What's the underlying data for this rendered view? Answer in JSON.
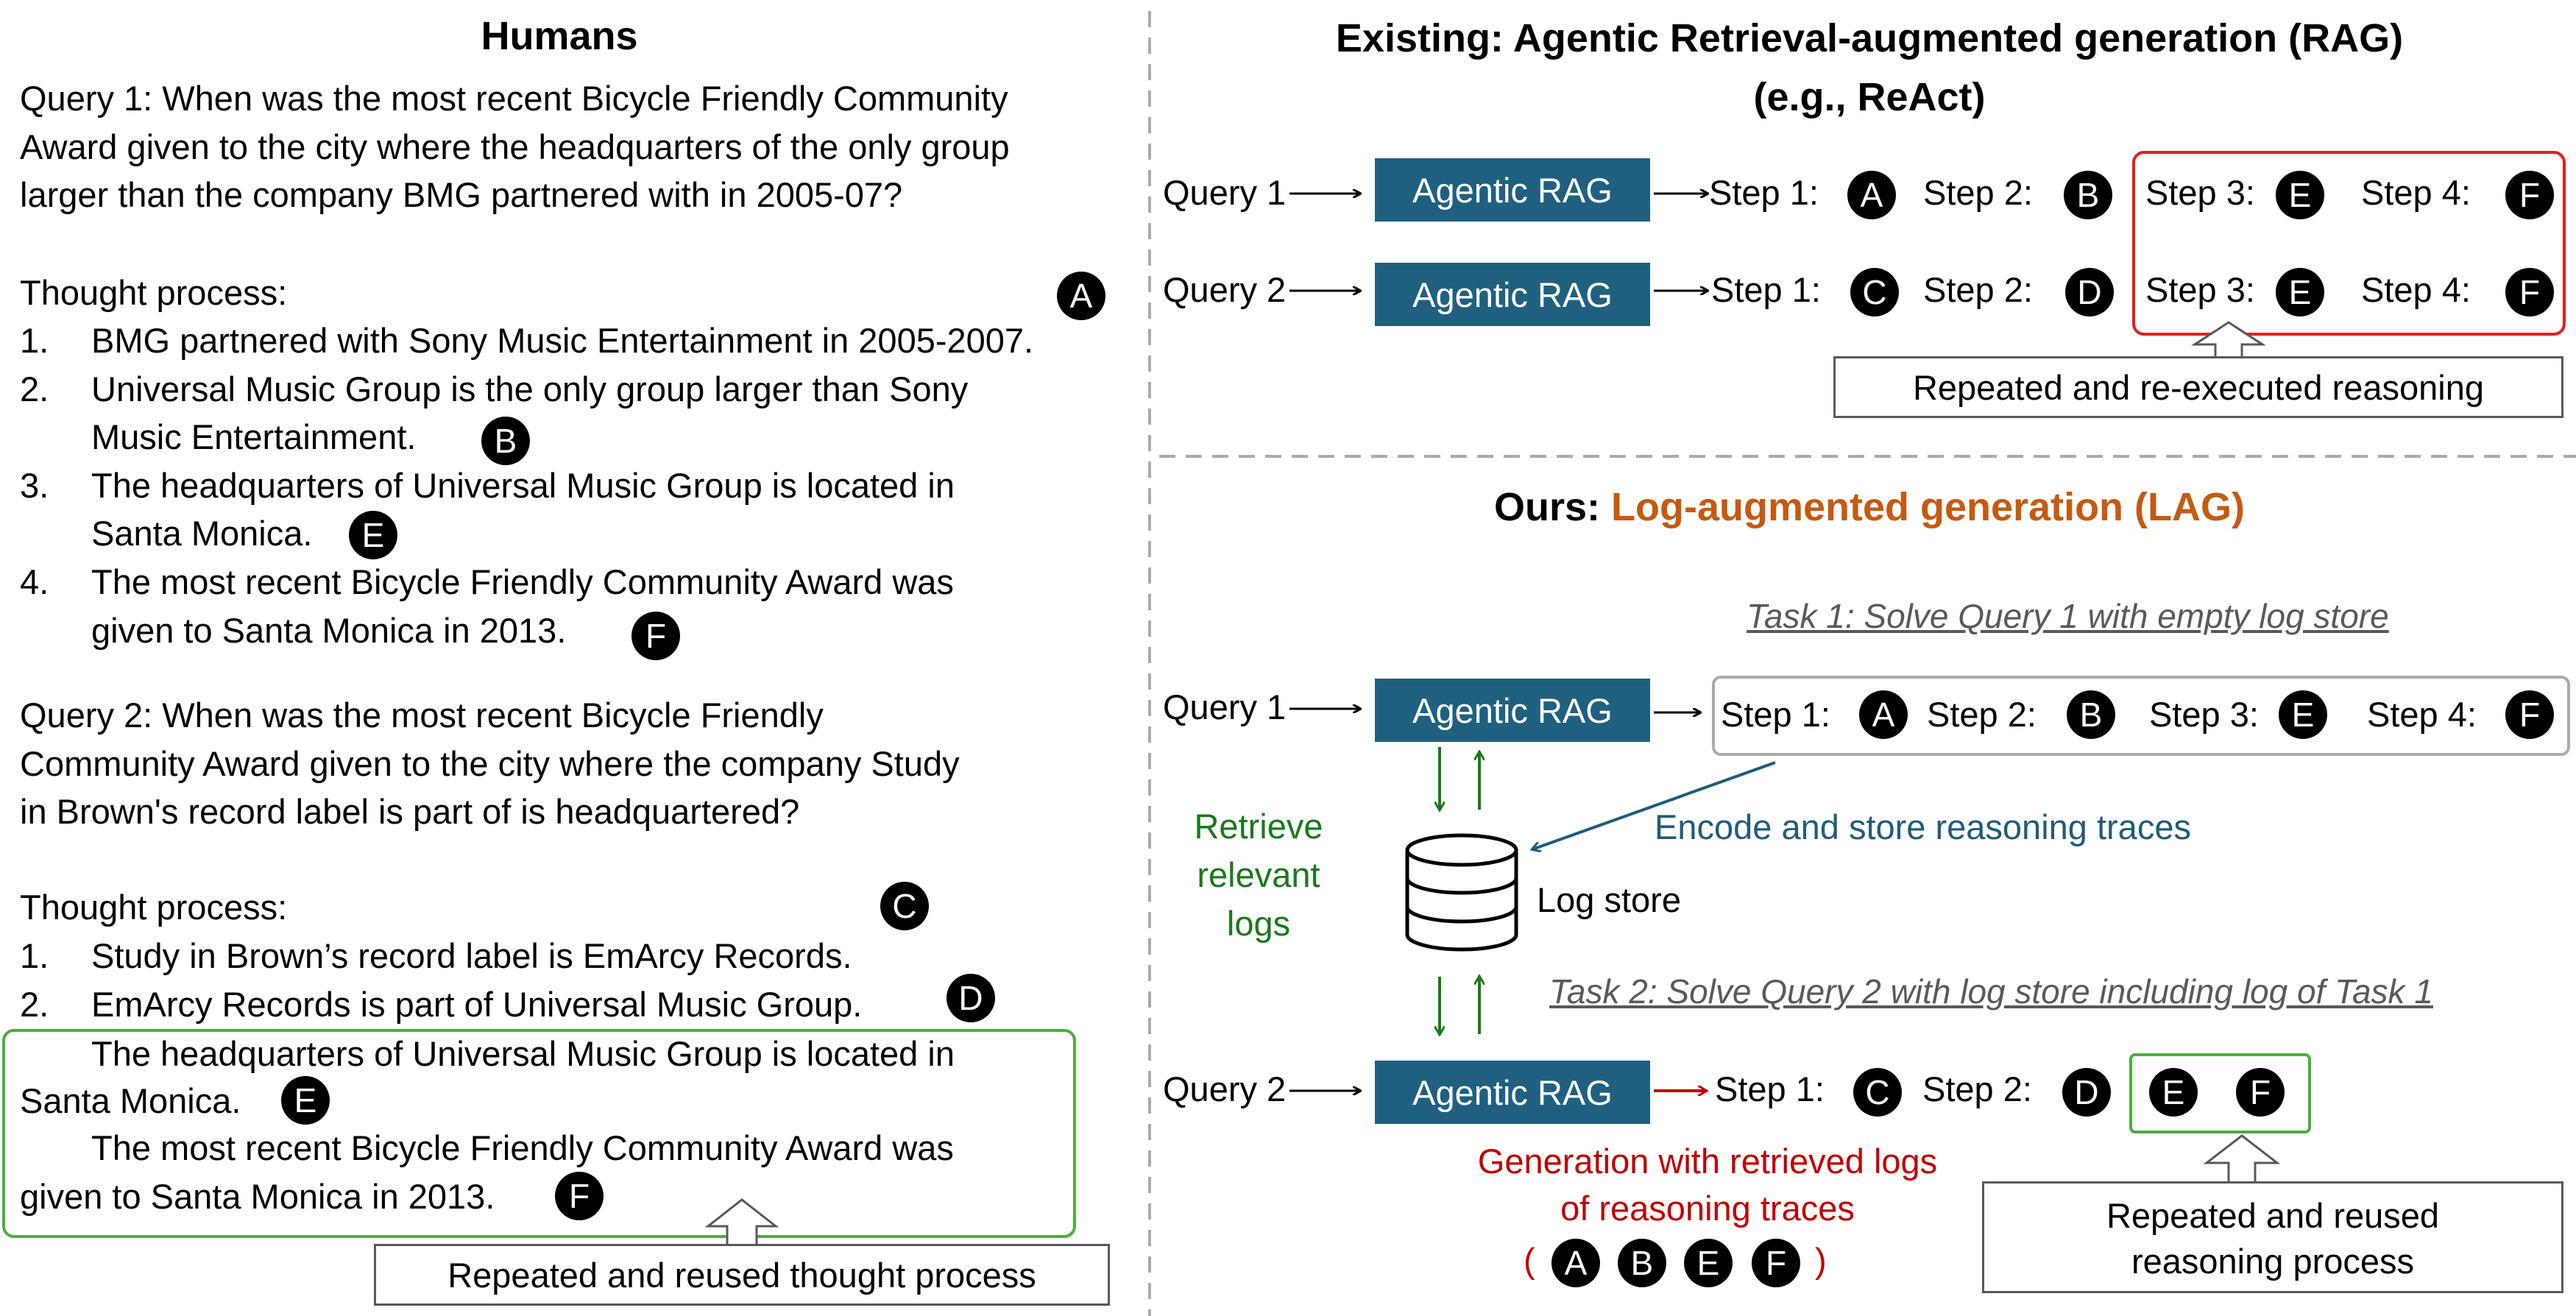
{
  "colors": {
    "rag_box": "#1f6080",
    "green": "#1a7a1a",
    "blue": "#1f5c7a",
    "red": "#c00000",
    "orange": "#c55a11"
  },
  "icons": {
    "database": "database-icon",
    "arrow": "right-arrow"
  },
  "left": {
    "title": "Humans",
    "query1_lines": [
      "Query 1: When was the most recent Bicycle Friendly Community",
      "Award given to the city where the headquarters of the only group",
      "larger than the company BMG partnered with in 2005-07?"
    ],
    "thought1_label": "Thought process:",
    "thought1": [
      {
        "num": "1.",
        "lines": [
          "BMG partnered with Sony Music Entertainment in 2005-2007."
        ]
      },
      {
        "num": "2.",
        "lines": [
          "Universal Music Group is the only group larger than Sony",
          "Music Entertainment."
        ]
      },
      {
        "num": "3.",
        "lines": [
          "The headquarters of Universal Music Group is located in",
          "Santa Monica."
        ]
      },
      {
        "num": "4.",
        "lines": [
          "The most recent Bicycle Friendly Community Award was",
          "given to Santa Monica in 2013."
        ]
      }
    ],
    "query2_lines": [
      "Query 2: When was the most recent Bicycle Friendly",
      "Community Award given to the city where the company Study",
      "in Brown's record label is part of is headquartered?"
    ],
    "thought2_label": "Thought process:",
    "thought2": [
      {
        "num": "1.",
        "lines": [
          "Study in Brown’s record label is EmArcy Records."
        ]
      },
      {
        "num": "2.",
        "lines": [
          "EmArcy Records is part of Universal Music Group."
        ]
      }
    ],
    "reused_lines": [
      "The headquarters of Universal Music Group is located in",
      "Santa Monica.",
      "The most recent Bicycle Friendly Community Award was",
      "given to Santa Monica in 2013."
    ],
    "reused_callout": "Repeated and reused thought process"
  },
  "top_right": {
    "title_lines": [
      "Existing: Agentic Retrieval-augmented generation (RAG)",
      "(e.g., ReAct)"
    ],
    "rows": [
      {
        "query": "Query 1",
        "box": "Agentic RAG",
        "steps": [
          {
            "label": "Step 1:",
            "badge": "A"
          },
          {
            "label": "Step 2:",
            "badge": "B"
          },
          {
            "label": "Step 3:",
            "badge": "E"
          },
          {
            "label": "Step 4:",
            "badge": "F"
          }
        ]
      },
      {
        "query": "Query 2",
        "box": "Agentic RAG",
        "steps": [
          {
            "label": "Step 1:",
            "badge": "C"
          },
          {
            "label": "Step 2:",
            "badge": "D"
          },
          {
            "label": "Step 3:",
            "badge": "E"
          },
          {
            "label": "Step 4:",
            "badge": "F"
          }
        ]
      }
    ],
    "callout": "Repeated and re-executed reasoning"
  },
  "bottom_right": {
    "title_prefix": "Ours: ",
    "title_highlight": "Log-augmented generation (LAG)",
    "task1": "Task 1: Solve Query 1 with empty log store",
    "task1_query": "Query 1",
    "task1_box": "Agentic RAG",
    "task1_steps": [
      {
        "label": "Step 1:",
        "badge": "A"
      },
      {
        "label": "Step 2:",
        "badge": "B"
      },
      {
        "label": "Step 3:",
        "badge": "E"
      },
      {
        "label": "Step 4:",
        "badge": "F"
      }
    ],
    "retrieve_lines": [
      "Retrieve",
      "relevant",
      "logs"
    ],
    "encode": "Encode and store reasoning traces",
    "log_store": "Log store",
    "task2": "Task 2: Solve Query 2 with log store including log of Task 1",
    "task2_query": "Query 2",
    "task2_box": "Agentic RAG",
    "task2_steps": [
      {
        "label": "Step 1:",
        "badge": "C"
      },
      {
        "label": "Step 2:",
        "badge": "D"
      }
    ],
    "reused_badges": [
      "E",
      "F"
    ],
    "generation_lines": [
      "Generation with retrieved logs",
      "of reasoning traces"
    ],
    "generation_open": "(",
    "generation_close": ")",
    "generation_badges": [
      "A",
      "B",
      "E",
      "F"
    ],
    "callout_lines": [
      "Repeated and reused",
      "reasoning process"
    ]
  }
}
